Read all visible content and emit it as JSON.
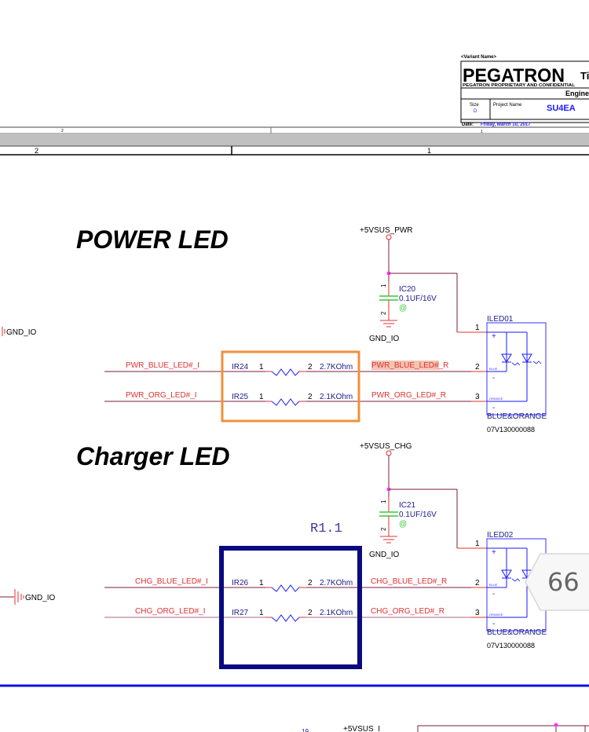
{
  "title_block": {
    "variant": "<Variant Name>",
    "company": "PEGATRON",
    "title_partial": "Ti",
    "confidential": "PEGATRON PROPRIETARY AND CONFIDENTIAL",
    "engineer_partial": "Engine",
    "size_label": "Size",
    "size_value": "D",
    "project_label": "Project Name",
    "project_value": "SU4EA",
    "date_label": "Date:",
    "date_value": "Friday, March 10, 2017",
    "small_col": "1"
  },
  "zone_bar": {
    "top_labels": [
      "2",
      "1"
    ],
    "bottom_labels": [
      "2",
      "1"
    ]
  },
  "power_section": {
    "heading": "POWER LED",
    "supply": "+5VSUS_PWR",
    "cap_ref": "IC20",
    "cap_value": "0.1UF/16V",
    "cap_marker": "@",
    "cap_pin1": "1",
    "cap_pin2": "2",
    "gnd": "GND_IO",
    "left_gnd": "GND_IO",
    "resistors": [
      {
        "net_in": "PWR_BLUE_LED#_I",
        "ref": "IR24",
        "pin1": "1",
        "pin2": "2",
        "value": "2.7KOhm",
        "net_out": "PWR_BLUE_LED#_R",
        "led_pin": "2"
      },
      {
        "net_in": "PWR_ORG_LED#_I",
        "ref": "IR25",
        "pin1": "1",
        "pin2": "2",
        "value": "2.1KOhm",
        "net_out": "PWR_ORG_LED#_R",
        "led_pin": "3"
      }
    ],
    "led_ref": "ILED01",
    "led_pin1": "1",
    "led_desc": "BLUE&ORANGE",
    "led_part": "07V130000088"
  },
  "charger_section": {
    "heading": "Charger LED",
    "supply": "+5VSUS_CHG",
    "cap_ref": "IC21",
    "cap_value": "0.1UF/16V",
    "cap_marker": "@",
    "cap_pin1": "1",
    "cap_pin2": "2",
    "gnd": "GND_IO",
    "left_gnd": "GND_IO",
    "revision_tag": "R1.1",
    "resistors": [
      {
        "net_in": "CHG_BLUE_LED#_I",
        "ref": "IR26",
        "pin1": "1",
        "pin2": "2",
        "value": "2.7KOhm",
        "net_out": "CHG_BLUE_LED#_R",
        "led_pin": "2"
      },
      {
        "net_in": "CHG_ORG_LED#_I",
        "ref": "IR27",
        "pin1": "1",
        "pin2": "2",
        "value": "2.1KOhm",
        "net_out": "CHG_ORG_LED#_R",
        "led_pin": "3"
      }
    ],
    "led_ref": "ILED02",
    "led_pin1": "1",
    "led_desc": "BLUE&ORANGE",
    "led_part": "07V130000088"
  },
  "bottom_section": {
    "supply_partial": "+5VSUS_I"
  },
  "page_badge": "66",
  "colors": {
    "wire": "#7a1f3d",
    "net_label": "#e03030",
    "component": "#1a1aff",
    "ref_text": "#1a1a8c",
    "cap": "#33cc33",
    "junction": "#ff33ff",
    "highlight_orange": "#f0913a",
    "highlight_navy": "#0a0a80",
    "divider_blue": "#1010e0"
  }
}
